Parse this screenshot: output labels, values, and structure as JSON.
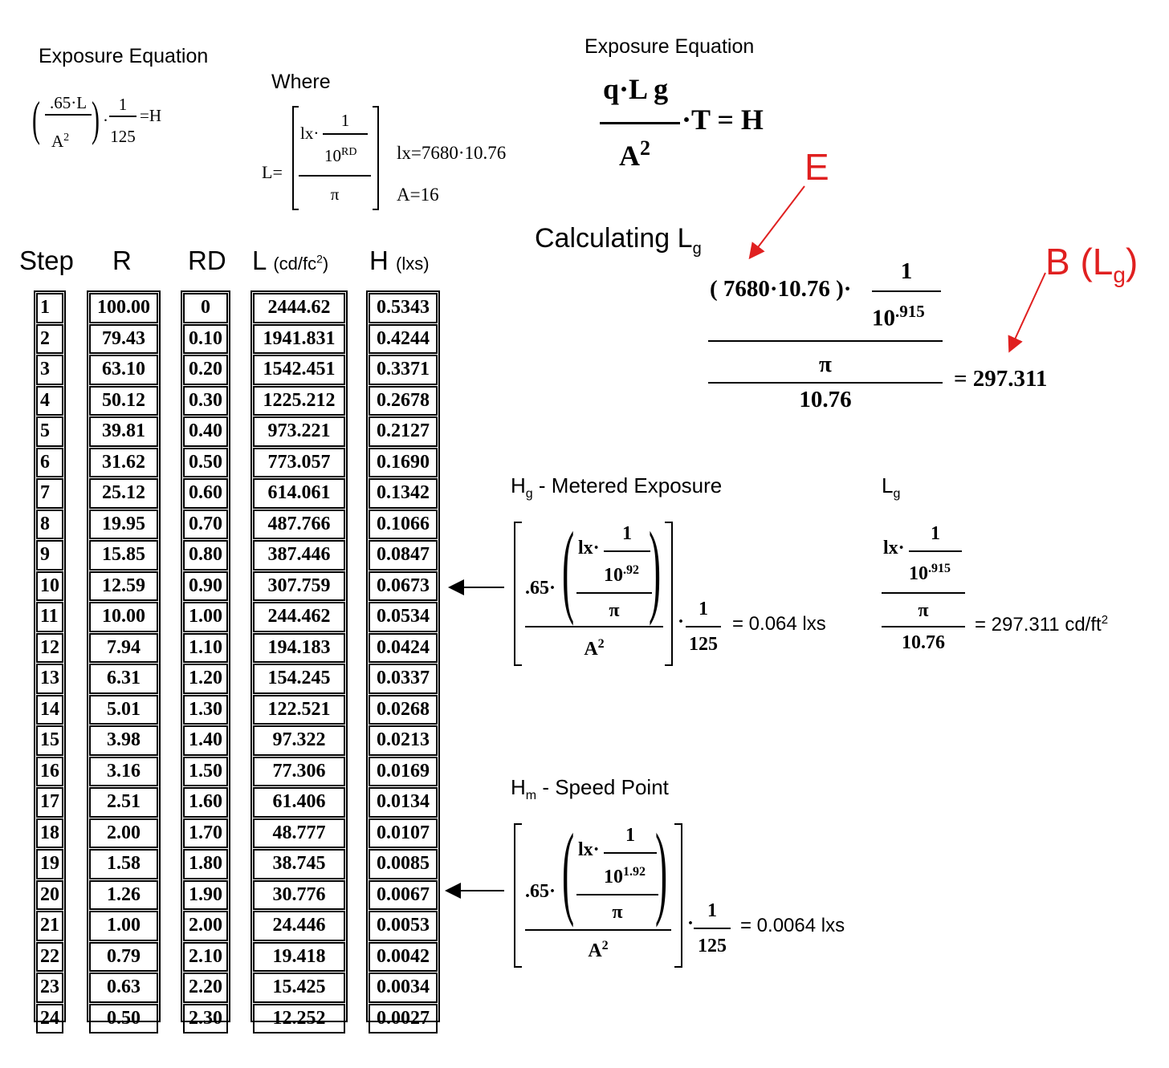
{
  "left_header": {
    "title": "Exposure Equation",
    "eq_num": ".65·L",
    "eq_den": "A",
    "eq_den_exp": "2",
    "eq_frac_num": "1",
    "eq_frac_den": "125",
    "eq_result": "=H"
  },
  "where": {
    "label": "Where",
    "lhs": "L=",
    "lx_prefix": "lx·",
    "one": "1",
    "ten": "10",
    "rd_exp": "RD",
    "pi": "π",
    "lx_def": "lx=7680·10.76",
    "a_def": "A=16"
  },
  "right_header": {
    "title": "Exposure Equation",
    "num": "q·L",
    "sub": "g",
    "den": "A",
    "den_exp": "2",
    "tail": "·T = H"
  },
  "annotations": {
    "e_label": "E",
    "b_label": "B (L",
    "b_sub": "g",
    "b_close": ")"
  },
  "calculating": {
    "label": "Calculating L",
    "sub": "g",
    "num_left": "( 7680·10.76 )·",
    "one": "1",
    "ten": "10",
    "exp": ".915",
    "pi": "π",
    "den": "10.76",
    "result": "= 297.311"
  },
  "table": {
    "headers": {
      "step": "Step",
      "r": "R",
      "rd": "RD",
      "l": "L",
      "l_unit": "(cd/fc",
      "l_unit_exp": "2",
      "l_unit_close": ")",
      "h": "H",
      "h_unit": "(lxs)"
    },
    "step": [
      "1",
      "2",
      "3",
      "4",
      "5",
      "6",
      "7",
      "8",
      "9",
      "10",
      "11",
      "12",
      "13",
      "14",
      "15",
      "16",
      "17",
      "18",
      "19",
      "20",
      "21",
      "22",
      "23",
      "24"
    ],
    "r": [
      "100.00",
      "79.43",
      "63.10",
      "50.12",
      "39.81",
      "31.62",
      "25.12",
      "19.95",
      "15.85",
      "12.59",
      "10.00",
      "7.94",
      "6.31",
      "5.01",
      "3.98",
      "3.16",
      "2.51",
      "2.00",
      "1.58",
      "1.26",
      "1.00",
      "0.79",
      "0.63",
      "0.50"
    ],
    "rd": [
      "0",
      "0.10",
      "0.20",
      "0.30",
      "0.40",
      "0.50",
      "0.60",
      "0.70",
      "0.80",
      "0.90",
      "1.00",
      "1.10",
      "1.20",
      "1.30",
      "1.40",
      "1.50",
      "1.60",
      "1.70",
      "1.80",
      "1.90",
      "2.00",
      "2.10",
      "2.20",
      "2.30"
    ],
    "l": [
      "2444.62",
      "1941.831",
      "1542.451",
      "1225.212",
      "973.221",
      "773.057",
      "614.061",
      "487.766",
      "387.446",
      "307.759",
      "244.462",
      "194.183",
      "154.245",
      "122.521",
      "97.322",
      "77.306",
      "61.406",
      "48.777",
      "38.745",
      "30.776",
      "24.446",
      "19.418",
      "15.425",
      "12.252"
    ],
    "h": [
      "0.5343",
      "0.4244",
      "0.3371",
      "0.2678",
      "0.2127",
      "0.1690",
      "0.1342",
      "0.1066",
      "0.0847",
      "0.0673",
      "0.0534",
      "0.0424",
      "0.0337",
      "0.0268",
      "0.0213",
      "0.0169",
      "0.0134",
      "0.0107",
      "0.0085",
      "0.0067",
      "0.0053",
      "0.0042",
      "0.0034",
      "0.0027"
    ]
  },
  "metered": {
    "label_h": "H",
    "label_sub": "g",
    "label_rest": " - Metered Exposure",
    "coef": ".65·",
    "lx": "lx·",
    "one": "1",
    "ten": "10",
    "exp": ".92",
    "pi": "π",
    "den": "A",
    "den_exp": "2",
    "frac_num": "1",
    "frac_den": "125",
    "result": "= 0.064 lxs"
  },
  "lg": {
    "label": "L",
    "label_sub": "g",
    "lx": "lx·",
    "one": "1",
    "ten": "10",
    "exp": ".915",
    "pi": "π",
    "den": "10.76",
    "result": "= 297.311 cd/ft",
    "result_exp": "2"
  },
  "speed": {
    "label_h": "H",
    "label_sub": "m",
    "label_rest": " - Speed Point",
    "coef": ".65·",
    "lx": "lx·",
    "one": "1",
    "ten": "10",
    "exp": "1.92",
    "pi": "π",
    "den": "A",
    "den_exp": "2",
    "frac_num": "1",
    "frac_den": "125",
    "result": "= 0.0064 lxs"
  }
}
